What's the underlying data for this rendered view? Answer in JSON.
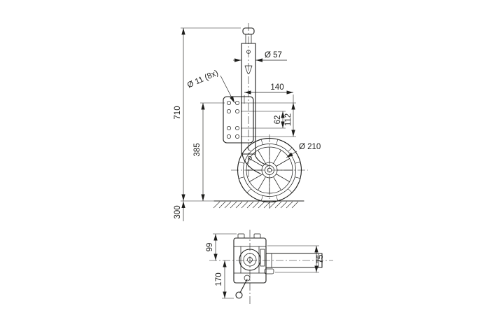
{
  "drawing": {
    "background": "#ffffff",
    "line_color": "#1d1d1b",
    "subject": "jockey-wheel-with-clamp-bracket-dimensioned-drawing"
  },
  "side_view": {
    "tube_diameter": "Ø 57",
    "bolt_holes": "Ø 11 (8x)",
    "bracket_width": "140",
    "hole_pitch_inner": "62",
    "hole_pitch_outer": "112",
    "total_height": "710",
    "plate_to_ground": "385",
    "stroke_travel": "300",
    "wheel_diameter": "Ø 210"
  },
  "plan_view": {
    "height_above_axis": "99",
    "height_below_axis": "170",
    "clamp_height": "75"
  }
}
